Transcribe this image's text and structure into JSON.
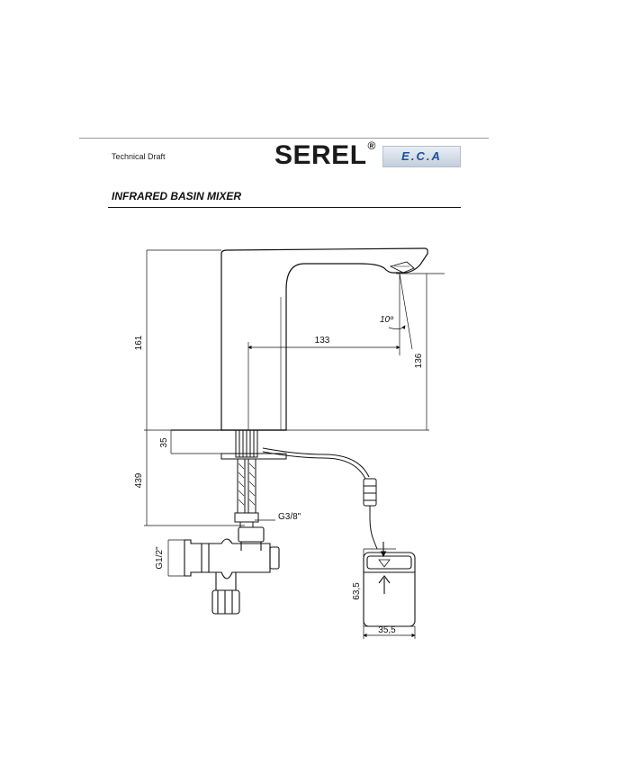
{
  "header": {
    "label": "Technical Draft",
    "brand": "SEREL",
    "brand_mark": "®",
    "partner_logo": "E.C.A"
  },
  "title": "INFRARED BASIN MIXER",
  "dimensions": {
    "total_height": "161",
    "spout_height": "136",
    "spout_reach": "133",
    "spout_angle": "10º",
    "deck_thickness": "35",
    "hose_length": "439",
    "inlet_thread": "G3/8\"",
    "valve_thread": "G1/2\"",
    "box_height": "63,5",
    "box_width": "35,5"
  }
}
